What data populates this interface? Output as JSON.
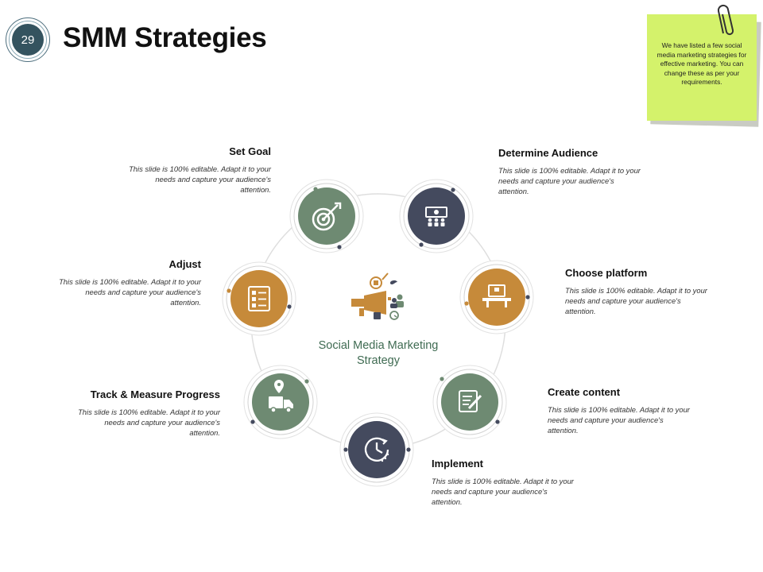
{
  "slide_number": "29",
  "title": "SMM Strategies",
  "note": "We have listed a few social media marketing strategies for effective marketing. You can change these as per your requirements.",
  "center_label": "Social Media Marketing Strategy",
  "colors": {
    "green": "#6e8a72",
    "navy": "#444a5e",
    "orange": "#c68a3a",
    "note": "#d4f26b"
  },
  "steps": [
    {
      "title": "Set Goal",
      "description": "This slide is 100% editable. Adapt it to your needs and capture your audience's attention.",
      "icon": "target-icon",
      "color": "green"
    },
    {
      "title": "Determine Audience",
      "description": "This slide is 100% editable. Adapt it to your needs and capture your audience's attention.",
      "icon": "audience-icon",
      "color": "navy"
    },
    {
      "title": "Choose platform",
      "description": "This slide is 100% editable. Adapt it to your needs and capture your audience's attention.",
      "icon": "platform-icon",
      "color": "orange"
    },
    {
      "title": "Create content",
      "description": "This slide is 100% editable. Adapt it to your needs and capture your audience's attention.",
      "icon": "content-icon",
      "color": "green"
    },
    {
      "title": "Implement",
      "description": "This slide is 100% editable. Adapt it to your needs and capture your audience's attention.",
      "icon": "clock-icon",
      "color": "navy"
    },
    {
      "title": "Track & Measure Progress",
      "description": "This slide is 100% editable. Adapt it to your needs and capture your audience's attention.",
      "icon": "delivery-truck-icon",
      "color": "green"
    },
    {
      "title": "Adjust",
      "description": "This slide is 100% editable. Adapt it to your needs and capture your audience's attention.",
      "icon": "checklist-icon",
      "color": "orange"
    }
  ]
}
